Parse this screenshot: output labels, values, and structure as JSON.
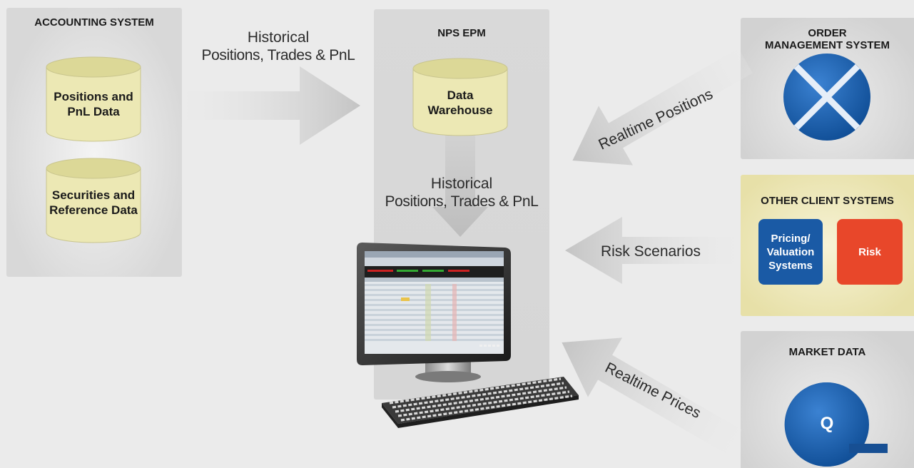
{
  "accounting": {
    "title": "ACCOUNTING SYSTEM",
    "db1": [
      "Positions and",
      "PnL Data"
    ],
    "db2": [
      "Securities and",
      "Reference Data"
    ]
  },
  "nps": {
    "title": "NPS EPM",
    "db": [
      "Data",
      "Warehouse"
    ]
  },
  "flows": {
    "historical_top": [
      "Historical",
      "Positions, Trades & PnL"
    ],
    "historical_mid": [
      "Historical",
      "Positions, Trades & PnL"
    ],
    "realtime_positions": "Realtime Positions",
    "risk_scenarios": "Risk Scenarios",
    "realtime_prices": "Realtime Prices"
  },
  "oms": {
    "title": [
      "ORDER",
      "MANAGEMENT SYSTEM"
    ]
  },
  "other": {
    "title": "OTHER CLIENT SYSTEMS",
    "pricing": [
      "Pricing/",
      "Valuation",
      "Systems"
    ],
    "risk": "Risk"
  },
  "market": {
    "title": "MARKET DATA",
    "logo_letter": "Q"
  },
  "colors": {
    "panel": "#d6d6d6",
    "cylinder": "#ece8b4",
    "yellow_panel": "#efe9bd",
    "blue": "#1a5aa5",
    "risk_red": "#e8472a"
  }
}
